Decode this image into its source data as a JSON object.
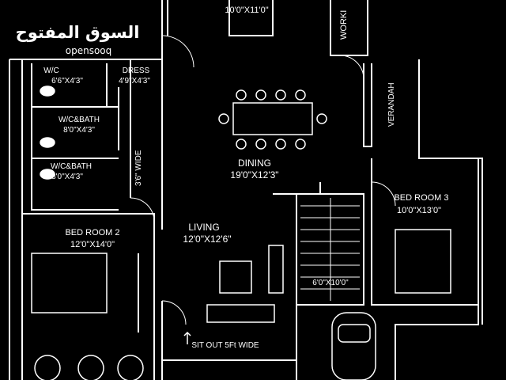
{
  "watermark": {
    "brand_arabic": "السوق المفتوح",
    "brand_latin": "opensooq"
  },
  "plan": {
    "top_room_size": "10'0\"X11'0\"",
    "workshop_label": "WORKI",
    "wc": {
      "name": "W/C",
      "size": "6'6\"X4'3\""
    },
    "dress": {
      "name": "DRESS",
      "size": "4'9\"X4'3\""
    },
    "wc_bath_1": {
      "name": "W/C&BATH",
      "size": "8'0\"X4'3\""
    },
    "wc_bath_2": {
      "name": "W/C&BATH",
      "size": "8'0\"X4'3\""
    },
    "corridor": "3'6\" WIDE",
    "veranda": "VERANDAH",
    "dining": {
      "name": "DINING",
      "size": "19'0\"X12'3\""
    },
    "bedroom2": {
      "name": "BED ROOM 2",
      "size": "12'0\"X14'0\""
    },
    "bedroom3": {
      "name": "BED ROOM 3",
      "size": "10'0\"X13'0\""
    },
    "living": {
      "name": "LIVING",
      "size": "12'0\"X12'6\""
    },
    "stair": "6'0\"X10'0\"",
    "sitout": "SIT OUT 5Ft WIDE"
  }
}
